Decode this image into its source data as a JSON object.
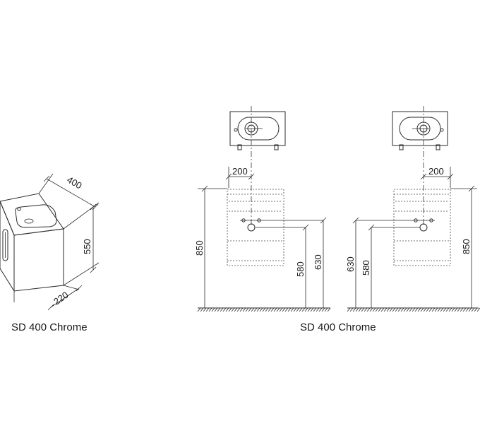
{
  "captions": {
    "left": "SD 400 Chrome",
    "right": "SD 400 Chrome"
  },
  "iso_view": {
    "width": "400",
    "height": "550",
    "depth": "220"
  },
  "view_1": {
    "drain_offset": "200",
    "total_height": "850",
    "pipe_height_low": "580",
    "pipe_height_high": "630"
  },
  "view_2": {
    "drain_offset": "200",
    "pipe_height_high": "630",
    "pipe_height_low": "580",
    "total_height": "850"
  },
  "colors": {
    "line": "#2a2a2a",
    "cabinet_fill": "#ffffff",
    "basin_fill": "#f4f4f4"
  }
}
